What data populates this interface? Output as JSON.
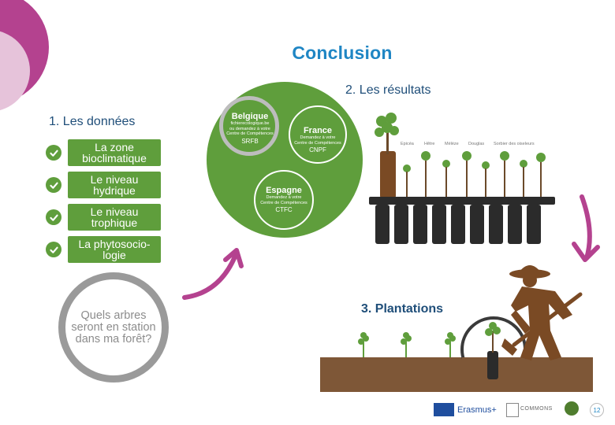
{
  "title": "Conclusion",
  "section1": {
    "label": "1. Les données",
    "items": [
      {
        "label": "La zone bioclimatique"
      },
      {
        "label": "Le niveau hydrique"
      },
      {
        "label": "Le niveau trophique"
      },
      {
        "label": "La phytosocio-logie"
      }
    ],
    "question": "Quels arbres seront en station dans ma forêt?"
  },
  "centers": {
    "belgique": {
      "name": "Belgique",
      "line1": "fichierecologique.be",
      "line2": "ou demandez à votre",
      "line3": "Centre de Compétences",
      "code": "SRFB"
    },
    "france": {
      "name": "France",
      "line1": "Demandez à votre",
      "line2": "Centre de Compétences",
      "code": "CNPF"
    },
    "espagne": {
      "name": "Espagne",
      "line1": "Demandez à votre",
      "line2": "Centre de Compétences",
      "code": "CTFC"
    }
  },
  "section2": {
    "label": "2. Les résultats",
    "species": [
      "Epicéa",
      "Hêtre",
      "Mélèze",
      "Douglas",
      "Sorbier des oiseleurs"
    ]
  },
  "section3": {
    "label": "3. Plantations"
  },
  "footer": {
    "logo1": "Erasmus+",
    "logo2": "COMMONS",
    "page": "12"
  },
  "colors": {
    "title": "#1f86c4",
    "label": "#1f4e79",
    "green": "#5f9e3c",
    "magenta": "#b4428f",
    "brown": "#7a4a24",
    "soil": "#7e5737"
  }
}
